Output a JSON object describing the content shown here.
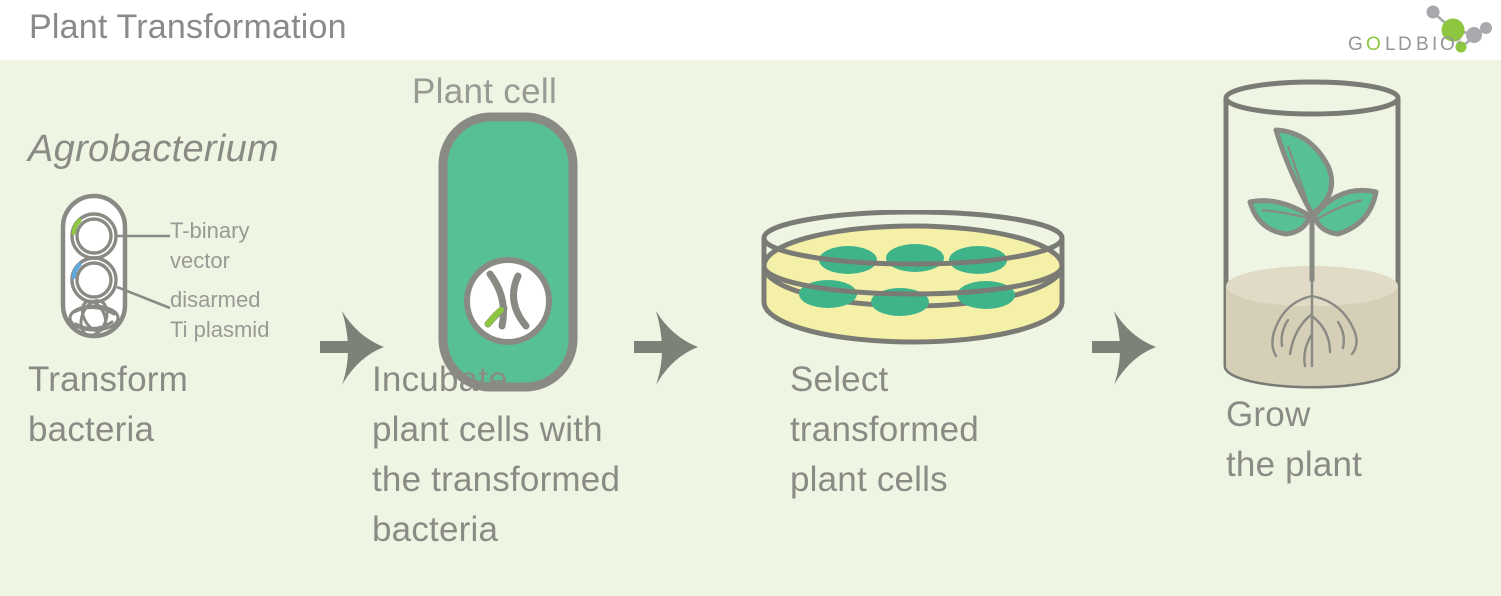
{
  "header": {
    "title": "Plant Transformation",
    "logo": {
      "wordmark": "GOLDBIO",
      "trademark": "®",
      "letter_accent_index": 1,
      "accent_color": "#8DC63F",
      "text_color": "#939598"
    }
  },
  "theme": {
    "background": "#EFF5E3",
    "header_background": "#ffffff",
    "outline_gray": "#808080",
    "text_gray": "#8b8b86",
    "cell_green": "#57C193",
    "colony_green": "#3FB489",
    "agar_yellow": "#F5F0A8",
    "soil_tan": "#D6CFB8",
    "accent_green": "#8DC63F",
    "accent_blue": "#5DA9DC",
    "arrow_gray": "#7D8279"
  },
  "diagram": {
    "title_agrobacterium": "Agrobacterium",
    "title_plant_cell": "Plant cell",
    "labels": [
      {
        "name": "t-binary-vector",
        "text": "T-binary\nvector",
        "leader": "horizontal",
        "marker_color": "#8DC63F"
      },
      {
        "name": "disarmed-ti-plasmid",
        "text": "disarmed\nTi plasmid",
        "leader": "diagonal",
        "marker_color": "#5DA9DC"
      }
    ],
    "steps": [
      {
        "index": 1,
        "name": "transform-bacteria",
        "caption": "Transform\nbacteria",
        "figure": "agrobacterium-cell"
      },
      {
        "index": 2,
        "name": "incubate-plant-cells",
        "caption": "Incubate\nplant cells with\nthe transformed\nbacteria",
        "figure": "plant-cell"
      },
      {
        "index": 3,
        "name": "select-transformed-cells",
        "caption": "Select\ntransformed\nplant cells",
        "figure": "petri-dish"
      },
      {
        "index": 4,
        "name": "grow-the-plant",
        "caption": "Grow\nthe plant",
        "figure": "plant-in-jar"
      }
    ],
    "arrows": [
      {
        "name": "arrow-step-1-to-2"
      },
      {
        "name": "arrow-step-2-to-3"
      },
      {
        "name": "arrow-step-3-to-4"
      }
    ],
    "figure_details": {
      "agrobacterium": {
        "plasmid_count": 2,
        "has_chromosome_coil": true
      },
      "plant_cell": {
        "nucleus": true,
        "chromosome_shape": "X",
        "transgene_marked": true
      },
      "petri_dish": {
        "colony_count": 6,
        "back_row": 3,
        "front_row": 3
      },
      "plant_jar": {
        "leaf_count": 3,
        "has_roots": true,
        "has_soil": true
      }
    }
  }
}
